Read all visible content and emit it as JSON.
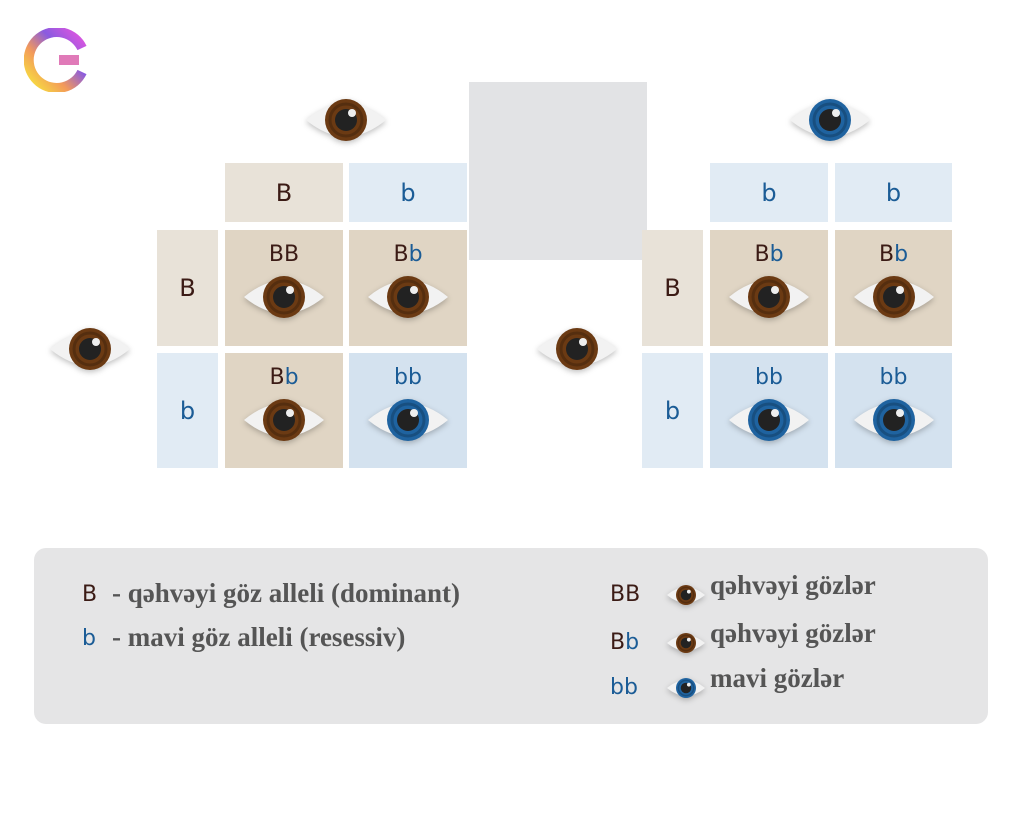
{
  "colors": {
    "brown_iris": "#6b3a13",
    "blue_iris": "#1f63a0",
    "dominant": "#3b1b15",
    "recessive": "#1b5c96"
  },
  "left": {
    "parent_top_eye": "brown",
    "parent_left_eye": "brown",
    "col_headers": [
      "B",
      "b"
    ],
    "row_headers": [
      "B",
      "b"
    ],
    "cells": [
      {
        "alleles": [
          "B",
          "B"
        ],
        "eye": "brown"
      },
      {
        "alleles": [
          "B",
          "b"
        ],
        "eye": "brown"
      },
      {
        "alleles": [
          "B",
          "b"
        ],
        "eye": "brown"
      },
      {
        "alleles": [
          "b",
          "b"
        ],
        "eye": "blue"
      }
    ]
  },
  "right": {
    "parent_top_eye": "blue",
    "parent_left_eye": "brown",
    "col_headers": [
      "b",
      "b"
    ],
    "row_headers": [
      "B",
      "b"
    ],
    "cells": [
      {
        "alleles": [
          "B",
          "b"
        ],
        "eye": "brown"
      },
      {
        "alleles": [
          "B",
          "b"
        ],
        "eye": "brown"
      },
      {
        "alleles": [
          "b",
          "b"
        ],
        "eye": "blue"
      },
      {
        "alleles": [
          "b",
          "b"
        ],
        "eye": "blue"
      }
    ]
  },
  "legend": {
    "alleles": [
      {
        "symbol": "B",
        "text": "- qəhvəyi göz alleli (dominant)"
      },
      {
        "symbol": "b",
        "text": "- mavi göz alleli (resessiv)"
      }
    ],
    "phenotypes": [
      {
        "alleles": [
          "B",
          "B"
        ],
        "eye": "brown",
        "text": "qəhvəyi gözlər"
      },
      {
        "alleles": [
          "B",
          "b"
        ],
        "eye": "brown",
        "text": "qəhvəyi gözlər"
      },
      {
        "alleles": [
          "b",
          "b"
        ],
        "eye": "blue",
        "text": "mavi gözlər"
      }
    ]
  }
}
